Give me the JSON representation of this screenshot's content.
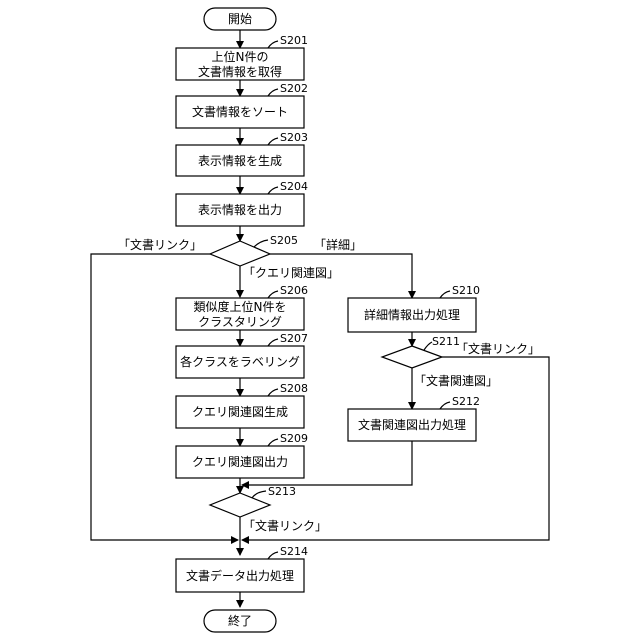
{
  "nodes": {
    "start": "開始",
    "s201": [
      "上位N件の",
      "文書情報を取得"
    ],
    "s202": "文書情報をソート",
    "s203": "表示情報を生成",
    "s204": "表示情報を出力",
    "s206": [
      "類似度上位N件を",
      "クラスタリング"
    ],
    "s207": "各クラスをラベリング",
    "s208": "クエリ関連図生成",
    "s209": "クエリ関連図出力",
    "s210": "詳細情報出力処理",
    "s212": "文書関連図出力処理",
    "s214": "文書データ出力処理",
    "end": "終了"
  },
  "steps": {
    "s201": "S201",
    "s202": "S202",
    "s203": "S203",
    "s204": "S204",
    "s205": "S205",
    "s206": "S206",
    "s207": "S207",
    "s208": "S208",
    "s209": "S209",
    "s210": "S210",
    "s211": "S211",
    "s212": "S212",
    "s213": "S213",
    "s214": "S214"
  },
  "branches": {
    "s205_left": "「文書リンク」",
    "s205_down": "「クエリ関連図」",
    "s205_right": "「詳細」",
    "s211_right": "「文書リンク」",
    "s211_down": "「文書関連図」",
    "s213_down": "「文書リンク」"
  }
}
